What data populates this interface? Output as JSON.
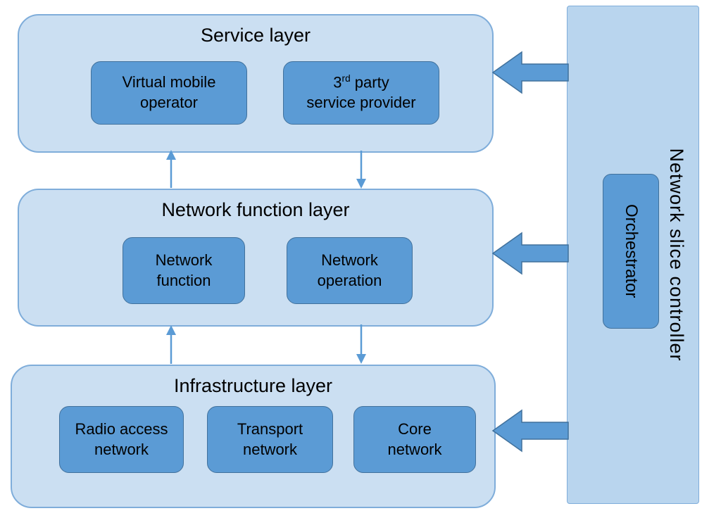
{
  "diagram": {
    "layers": [
      {
        "title": "Service layer",
        "boxes": [
          {
            "label": "Virtual mobile\noperator"
          },
          {
            "parts": {
              "num": "3",
              "sup": "rd",
              "rest": " party",
              "line2": "service provider"
            }
          }
        ]
      },
      {
        "title": "Network function layer",
        "boxes": [
          {
            "label": "Network\nfunction"
          },
          {
            "label": "Network\noperation"
          }
        ]
      },
      {
        "title": "Infrastructure layer",
        "boxes": [
          {
            "label": "Radio access\nnetwork"
          },
          {
            "label": "Transport\nnetwork"
          },
          {
            "label": "Core\nnetwork"
          }
        ]
      }
    ],
    "controller": {
      "title": "Network slice controller",
      "orchestrator": "Orchestrator"
    },
    "colors": {
      "layer_fill": "#cbdff2",
      "layer_border": "#7fadda",
      "inner_box_fill": "#5b9bd5",
      "inner_box_border": "#41719c",
      "controller_fill": "#b9d5ee",
      "arrow_color": "#5b9bd5"
    }
  }
}
